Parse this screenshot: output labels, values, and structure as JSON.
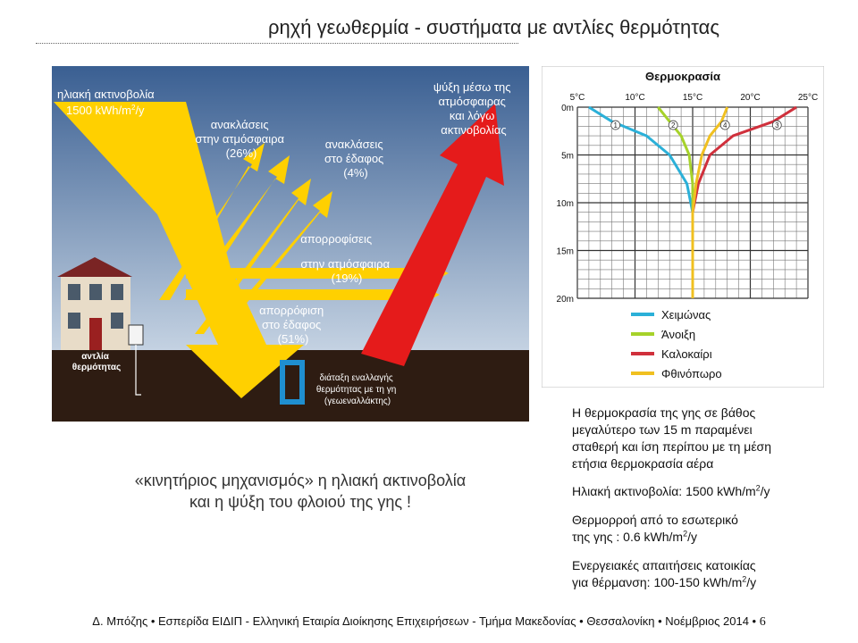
{
  "title": "ρηχή γεωθερμία - συστήματα με αντλίες θερμότητας",
  "colors": {
    "sky_top": "#3a5f92",
    "sky_bottom": "#c4d2e2",
    "ground": "#2e1c12",
    "sun_arrow": "#ffd000",
    "cooling_arrow": "#e51b1b",
    "exchanger": "#1f8fd0",
    "winter": "#2bb0d8",
    "spring": "#a6d22a",
    "summer": "#d0303c",
    "autumn": "#f0c020"
  },
  "diagram": {
    "solar": {
      "line1": "ηλιακή ακτινοβολία",
      "line2": "1500 kWh/m",
      "sup": "2",
      "tail": "/y"
    },
    "refl_atm": [
      "ανακλάσεις",
      "στην ατμόσφαιρα",
      "(26%)"
    ],
    "refl_ground": [
      "ανακλάσεις",
      "στο έδαφος",
      "(4%)"
    ],
    "cooling": [
      "ψύξη μέσω της",
      "ατμόσφαιρας",
      "και λόγω",
      "ακτινοβολίας"
    ],
    "abs_atm": [
      "απορροφίσεις",
      "στην ατμόσφαιρα",
      "(19%)"
    ],
    "abs_ground": [
      "απορρόφιση",
      "στο έδαφος",
      "(51%)"
    ],
    "heat_pump": [
      "αντλία",
      "θερμότητας"
    ],
    "exchanger": [
      "διάταξη εναλλαγής",
      "θερμότητας με τη γη",
      "(γεωεναλλάκτης)"
    ]
  },
  "graph": {
    "title": "Θερμοκρασία",
    "temp_ticks": [
      "5°C",
      "10°C",
      "15°C",
      "20°C",
      "25°C"
    ],
    "depth_ticks": [
      "0m",
      "5m",
      "10m",
      "15m",
      "20m"
    ],
    "curve_markers": [
      "1",
      "2",
      "3",
      "4"
    ],
    "legend": [
      {
        "label": "Χειμώνας",
        "color": "#2bb0d8"
      },
      {
        "label": "Άνοιξη",
        "color": "#a6d22a"
      },
      {
        "label": "Καλοκαίρι",
        "color": "#d0303c"
      },
      {
        "label": "Φθινόπωρο",
        "color": "#f0c020"
      }
    ]
  },
  "chart_data": {
    "type": "line",
    "title": "Θερμοκρασία",
    "xlabel": "",
    "ylabel": "",
    "xlim": [
      5,
      25
    ],
    "ylim": [
      0,
      20
    ],
    "y_inverted": true,
    "grid": true,
    "legend_position": "bottom",
    "series": [
      {
        "name": "Χειμώνας",
        "points": [
          [
            6,
            0
          ],
          [
            8,
            1.5
          ],
          [
            11,
            3
          ],
          [
            13,
            5
          ],
          [
            14.5,
            8
          ],
          [
            15,
            11
          ],
          [
            15,
            20
          ]
        ]
      },
      {
        "name": "Άνοιξη",
        "points": [
          [
            12,
            0
          ],
          [
            13,
            1.5
          ],
          [
            14,
            3
          ],
          [
            14.7,
            5
          ],
          [
            15,
            8
          ],
          [
            15,
            11
          ],
          [
            15,
            20
          ]
        ]
      },
      {
        "name": "Καλοκαίρι",
        "points": [
          [
            24,
            0
          ],
          [
            22,
            1.5
          ],
          [
            18.5,
            3
          ],
          [
            16.5,
            5
          ],
          [
            15.5,
            8
          ],
          [
            15,
            11
          ],
          [
            15,
            20
          ]
        ]
      },
      {
        "name": "Φθινόπωρο",
        "points": [
          [
            18,
            0
          ],
          [
            17.5,
            1.5
          ],
          [
            16.5,
            3
          ],
          [
            15.8,
            5
          ],
          [
            15.3,
            8
          ],
          [
            15,
            11
          ],
          [
            15,
            20
          ]
        ]
      }
    ]
  },
  "info": {
    "p1": [
      "Η θερμοκρασία της γης σε βάθος",
      "μεγαλύτερο των 15 m παραμένει",
      "σταθερή και ίση περίπου με τη μέση",
      "ετήσια θερμοκρασία αέρα"
    ],
    "p2": {
      "text": "Ηλιακή ακτινοβολία: 1500 kWh/m",
      "sup": "2",
      "tail": "/y"
    },
    "p3": {
      "line1": "Θερμορροή από το εσωτερικό",
      "line2": "της γης :  0.6 kWh/m",
      "sup": "2",
      "tail": "/y"
    },
    "p4": {
      "line1": "Ενεργειακές απαιτήσεις κατοικίας",
      "line2": "για θέρμανση: 100-150 kWh/m",
      "sup": "2",
      "tail": "/y"
    }
  },
  "quote": [
    "«κινητήριος μηχανισμός» η ηλιακή ακτινοβολία",
    "και η ψύξη του φλοιού της γης !"
  ],
  "footer": {
    "text": "Δ. Μπόζης  •  Εσπερίδα ΕΙΔΙΠ - Ελληνική Εταιρία Διοίκησης Επιχειρήσεων - Τμήμα Μακεδονίας  •  Θεσσαλονίκη  •  Νοέμβριος 2014  •",
    "page": "6"
  }
}
